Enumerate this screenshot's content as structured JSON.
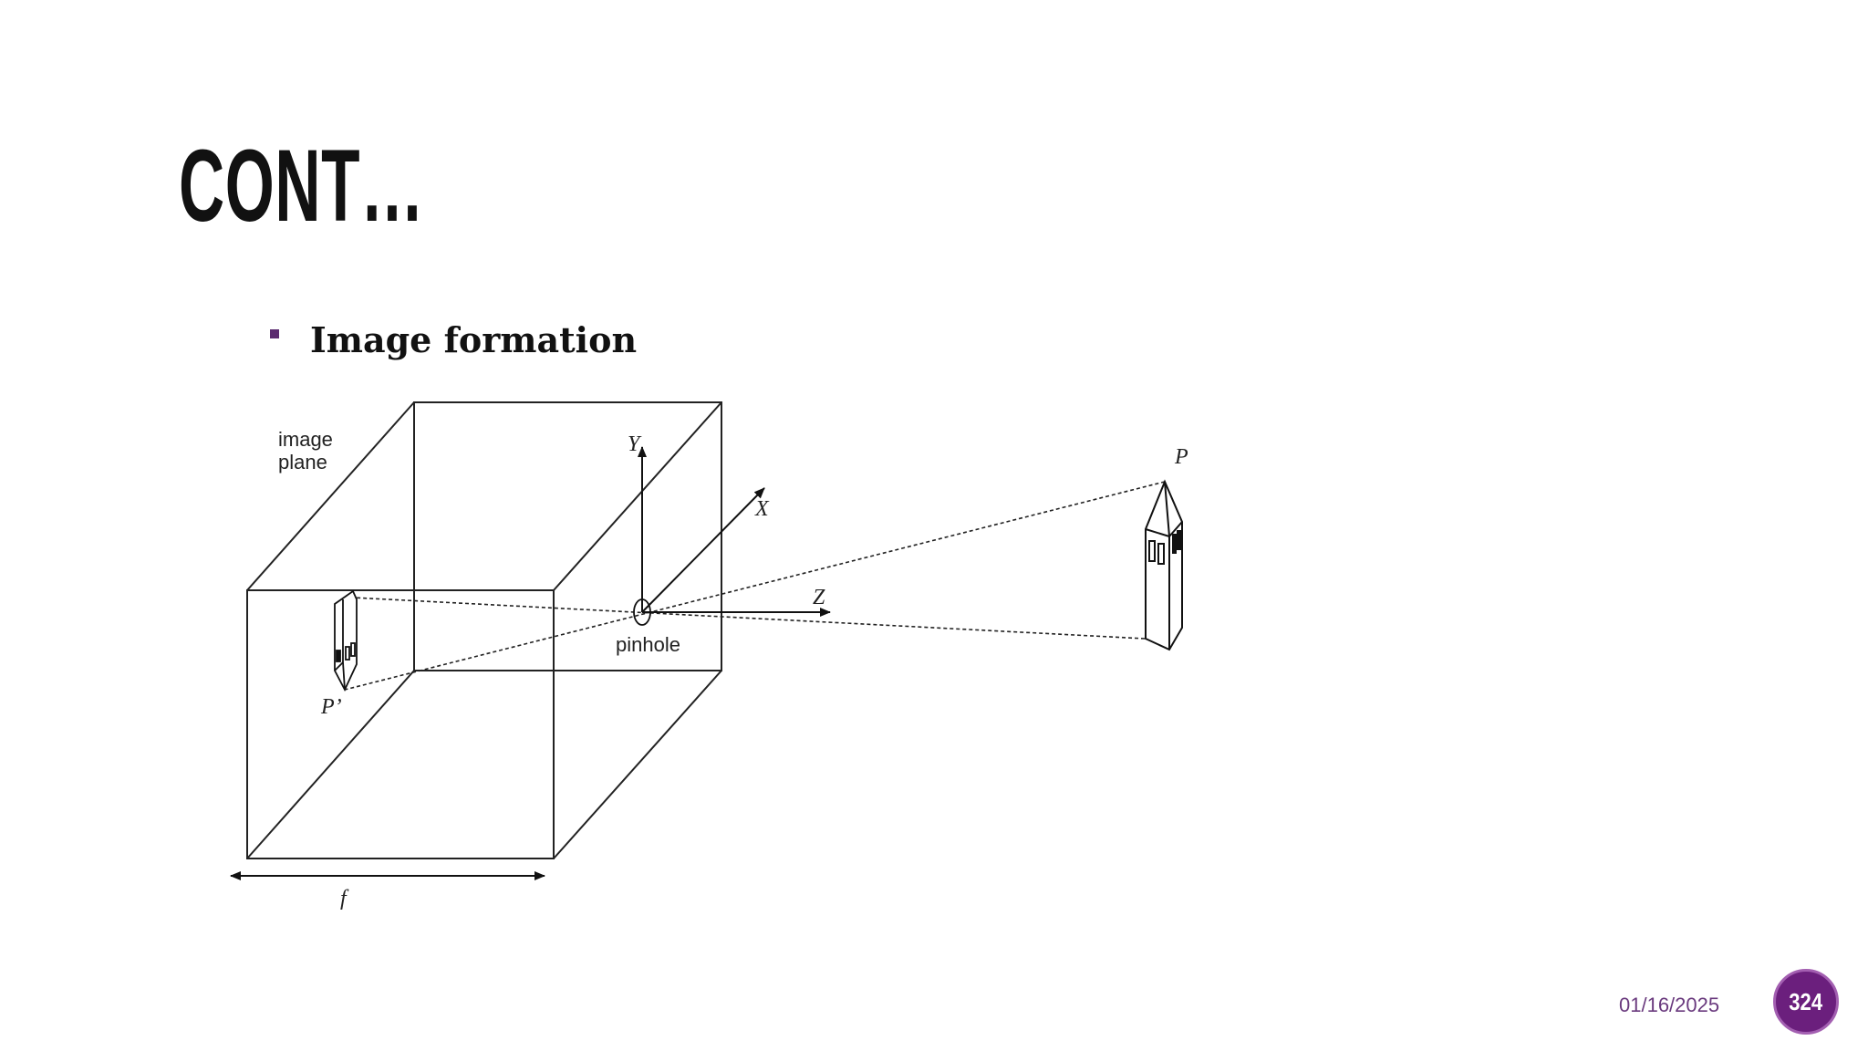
{
  "slide": {
    "title": "CONT…",
    "bullet": "Image formation",
    "date": "01/16/2025",
    "page_number": "324",
    "accent_color": "#6b1f7d"
  },
  "diagram": {
    "image_plane_label_1": "image",
    "image_plane_label_2": "plane",
    "axis_y": "Y",
    "axis_x": "X",
    "axis_z": "Z",
    "pinhole_label": "pinhole",
    "point_p": "P",
    "point_p_prime": "P’",
    "focal_label": "f"
  }
}
